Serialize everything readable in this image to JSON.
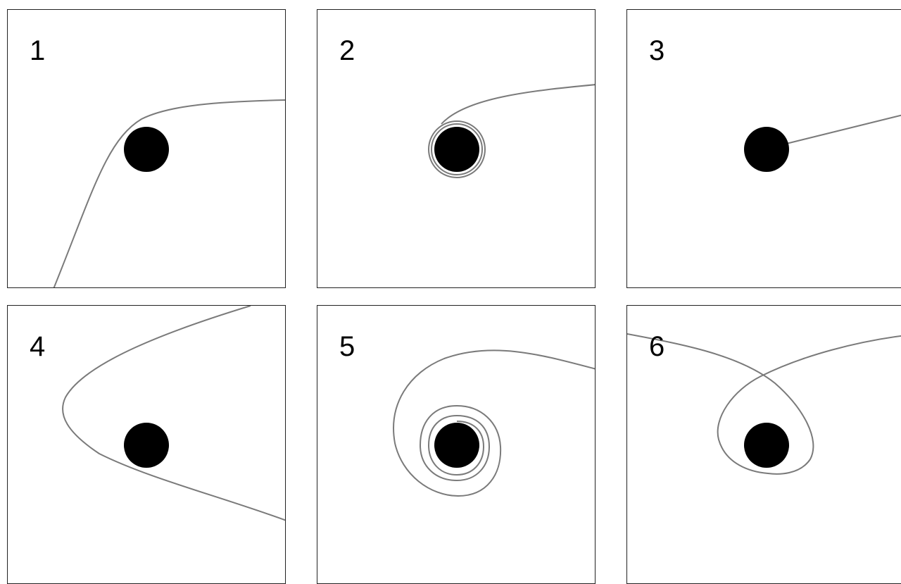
{
  "panels": [
    {
      "label": "1",
      "colors": {
        "trajectory": "#7a7a7a",
        "black_hole": "#000000"
      }
    },
    {
      "label": "2",
      "colors": {
        "trajectory": "#7a7a7a",
        "black_hole": "#000000"
      }
    },
    {
      "label": "3",
      "colors": {
        "trajectory": "#7a7a7a",
        "black_hole": "#000000"
      }
    },
    {
      "label": "4",
      "colors": {
        "trajectory": "#7a7a7a",
        "black_hole": "#000000"
      }
    },
    {
      "label": "5",
      "colors": {
        "trajectory": "#7a7a7a",
        "black_hole": "#000000"
      }
    },
    {
      "label": "6",
      "colors": {
        "trajectory": "#7a7a7a",
        "black_hole": "#000000"
      }
    }
  ]
}
